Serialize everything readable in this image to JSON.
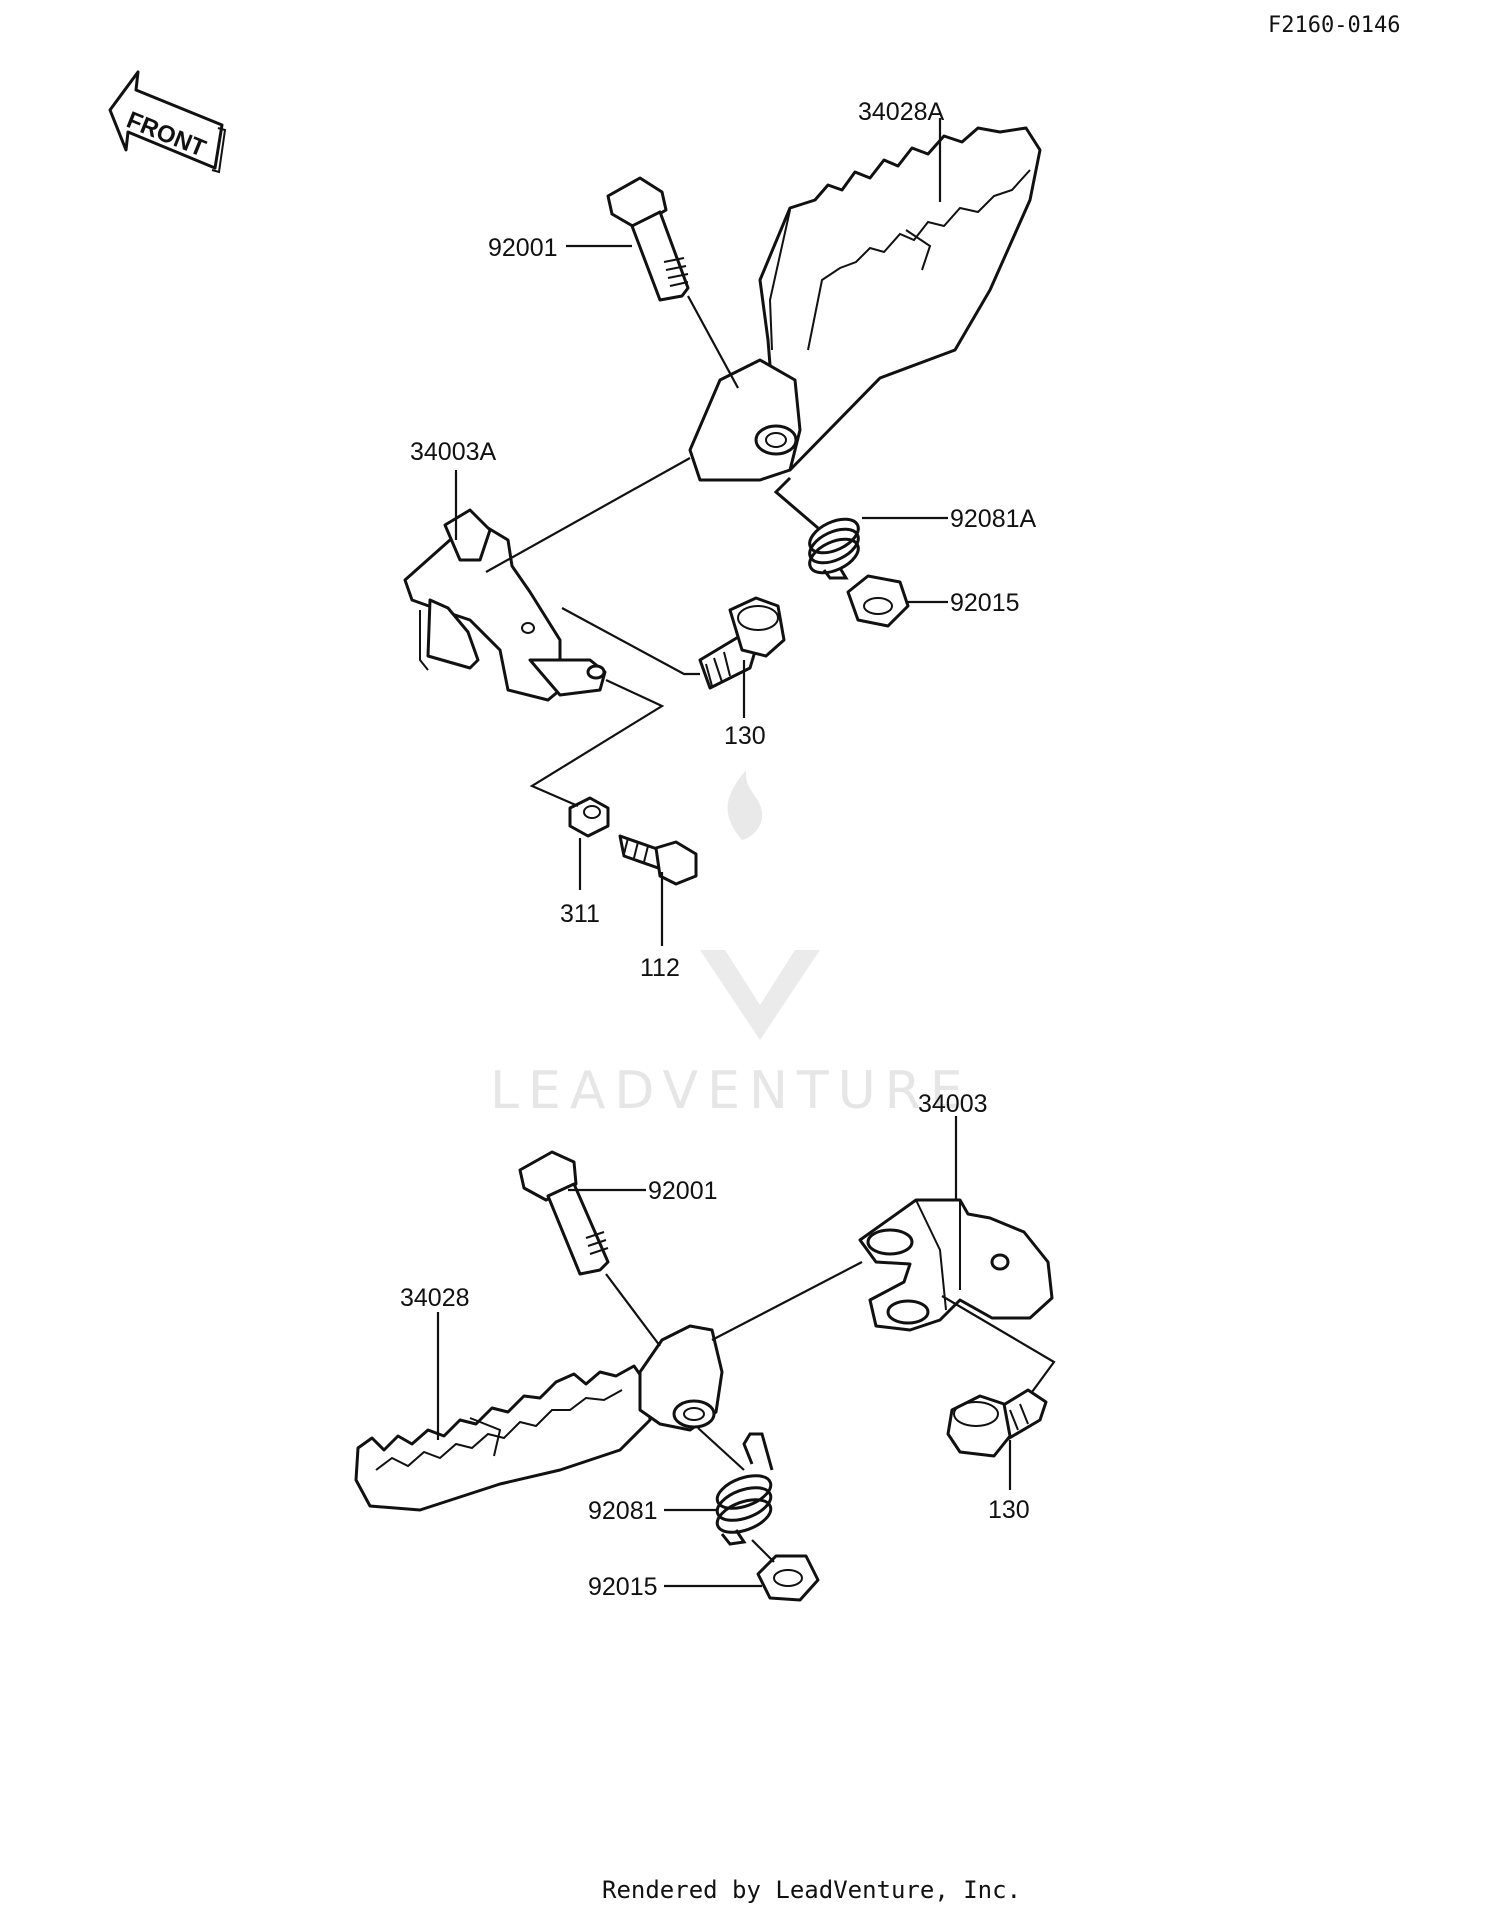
{
  "header": {
    "figure_code": "F2160-0146"
  },
  "direction_arrow": {
    "label": "FRONT",
    "icon": "front-arrow-icon"
  },
  "watermark": {
    "brand": "LEADVENTURE",
    "icon": "leadventure-logo-icon",
    "color": "#e6e6e6"
  },
  "footer": {
    "credit": "Rendered by LeadVenture, Inc."
  },
  "upper_assembly": {
    "labels": [
      "34028A",
      "92001",
      "34003A",
      "92081A",
      "92015",
      "130",
      "311",
      "112"
    ]
  },
  "lower_assembly": {
    "labels": [
      "34003",
      "92001",
      "34028",
      "130",
      "92081",
      "92015"
    ]
  }
}
